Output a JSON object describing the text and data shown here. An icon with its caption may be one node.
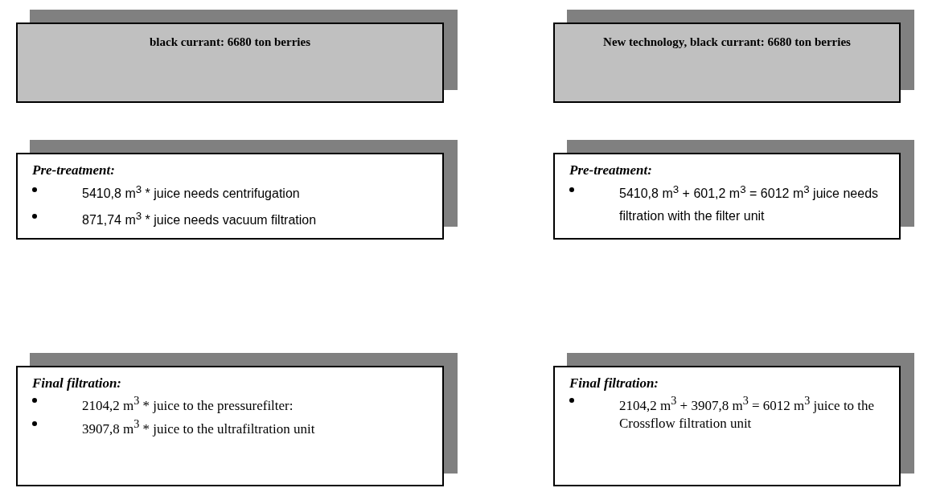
{
  "diagram": {
    "nodes": [
      {
        "text": [
          "black currant: 6680 ton berries"
        ]
      },
      {
        "text": [
          "New technology, black currant: 6680 ton berries"
        ]
      },
      {
        "text": [
          "Pre-treatment:",
          "5410,8 m$^{3}$ * juice needs centrifugation",
          "871,74 m$^{3}$ * juice needs vacuum filtration"
        ]
      },
      {
        "text": [
          "Pre-treatment:",
          "5410,8 m$^{3}$ + 601,2 m$^{3}$ = 6012 m$^{3}$ juice needs filtration with the filter unit"
        ]
      },
      {
        "text": [
          "Final filtration:",
          "2104,2 m$^{3}$ * juice to the pressurefilter:",
          "3907,8 m$^{3}$ * juice to the ultrafiltration unit"
        ]
      },
      {
        "text": [
          "Final filtration:",
          "2104,2 m$^{3}$ + 3907,8 m$^{3}$ = 6012 m$^{3}$ juice to the Crossflow filtration unit"
        ]
      }
    ]
  }
}
